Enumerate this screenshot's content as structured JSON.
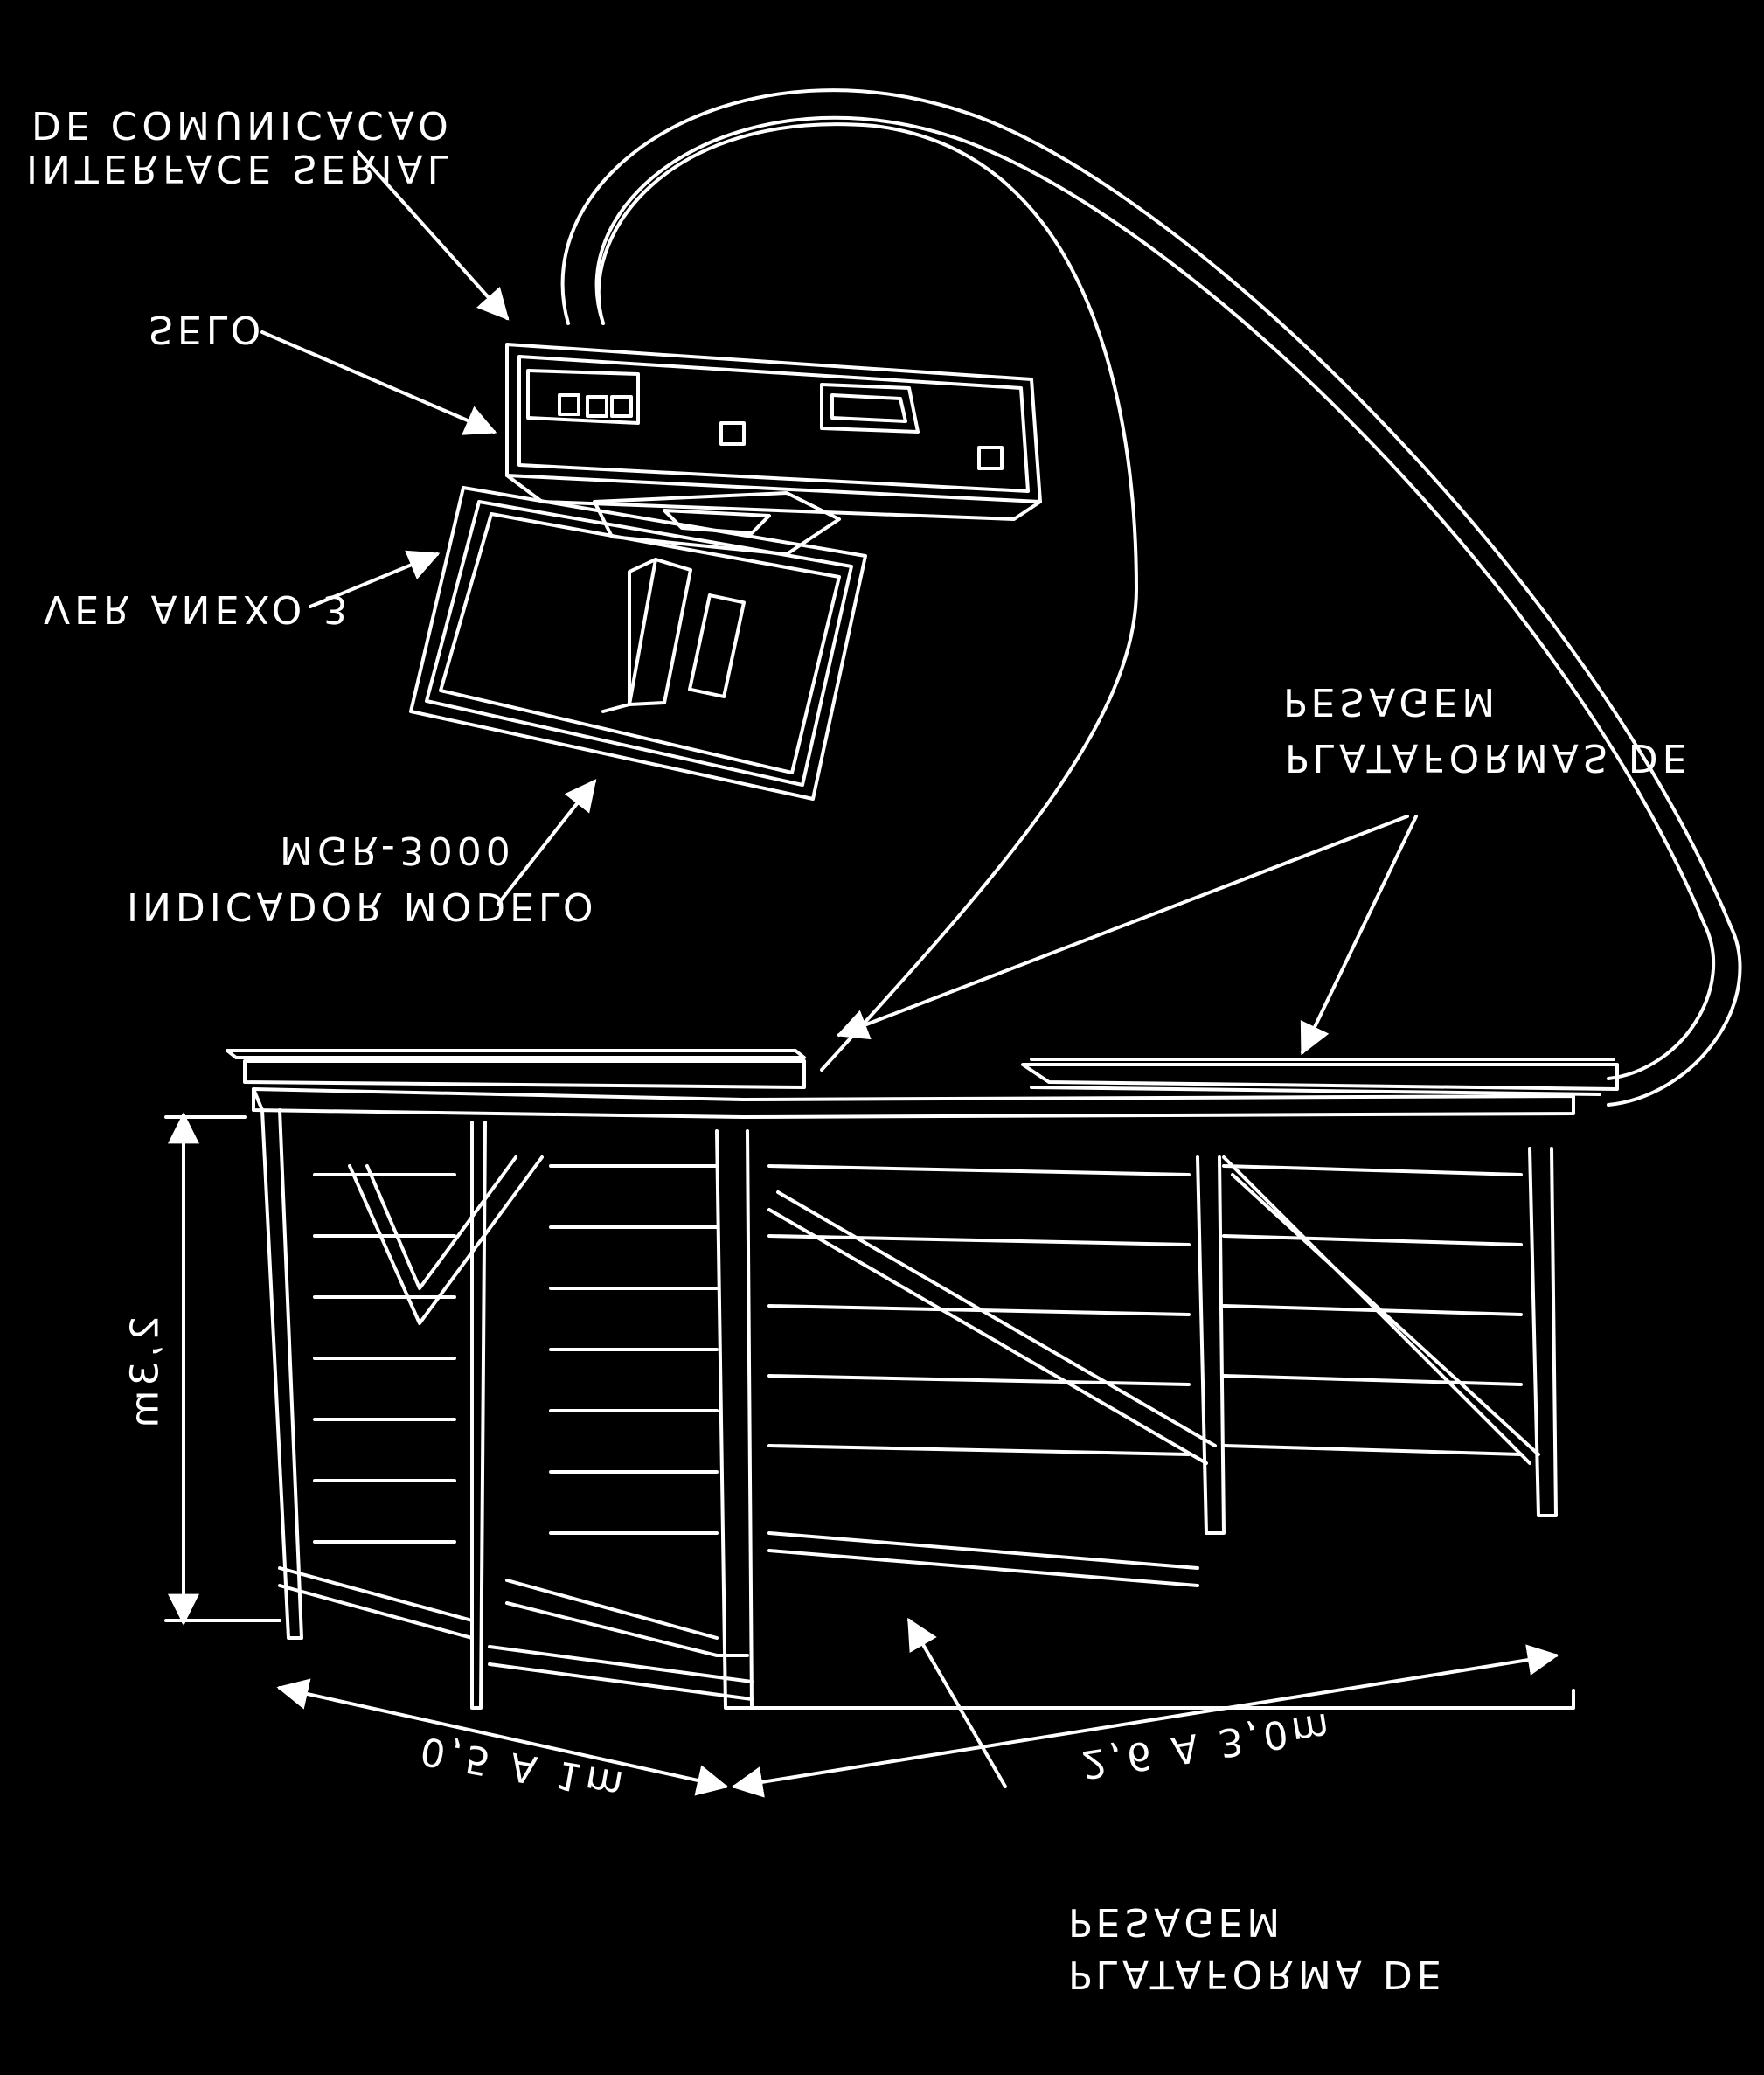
{
  "colors": {
    "background": "#000000",
    "line": "#ffffff"
  },
  "labels": {
    "interface_line1": "DE COMUNICACAO",
    "interface_line2": "INTERFACE SERIAL",
    "selo": "SELO",
    "ver_anexo": "VER ANEXO 3",
    "indicador_line1": "MGR-3000",
    "indicador_line2": "INDICADOR MODELO",
    "plataformas_line1": "PESAGEM",
    "plataformas_line2": "PLATAFORMAS DE",
    "plataforma_line1": "PESAGEM",
    "plataforma_line2": "PLATAFORMA DE"
  },
  "dimensions": {
    "height": "2,3m",
    "width": "0,5 A 1m",
    "length": "2,6 A 3,0m"
  }
}
